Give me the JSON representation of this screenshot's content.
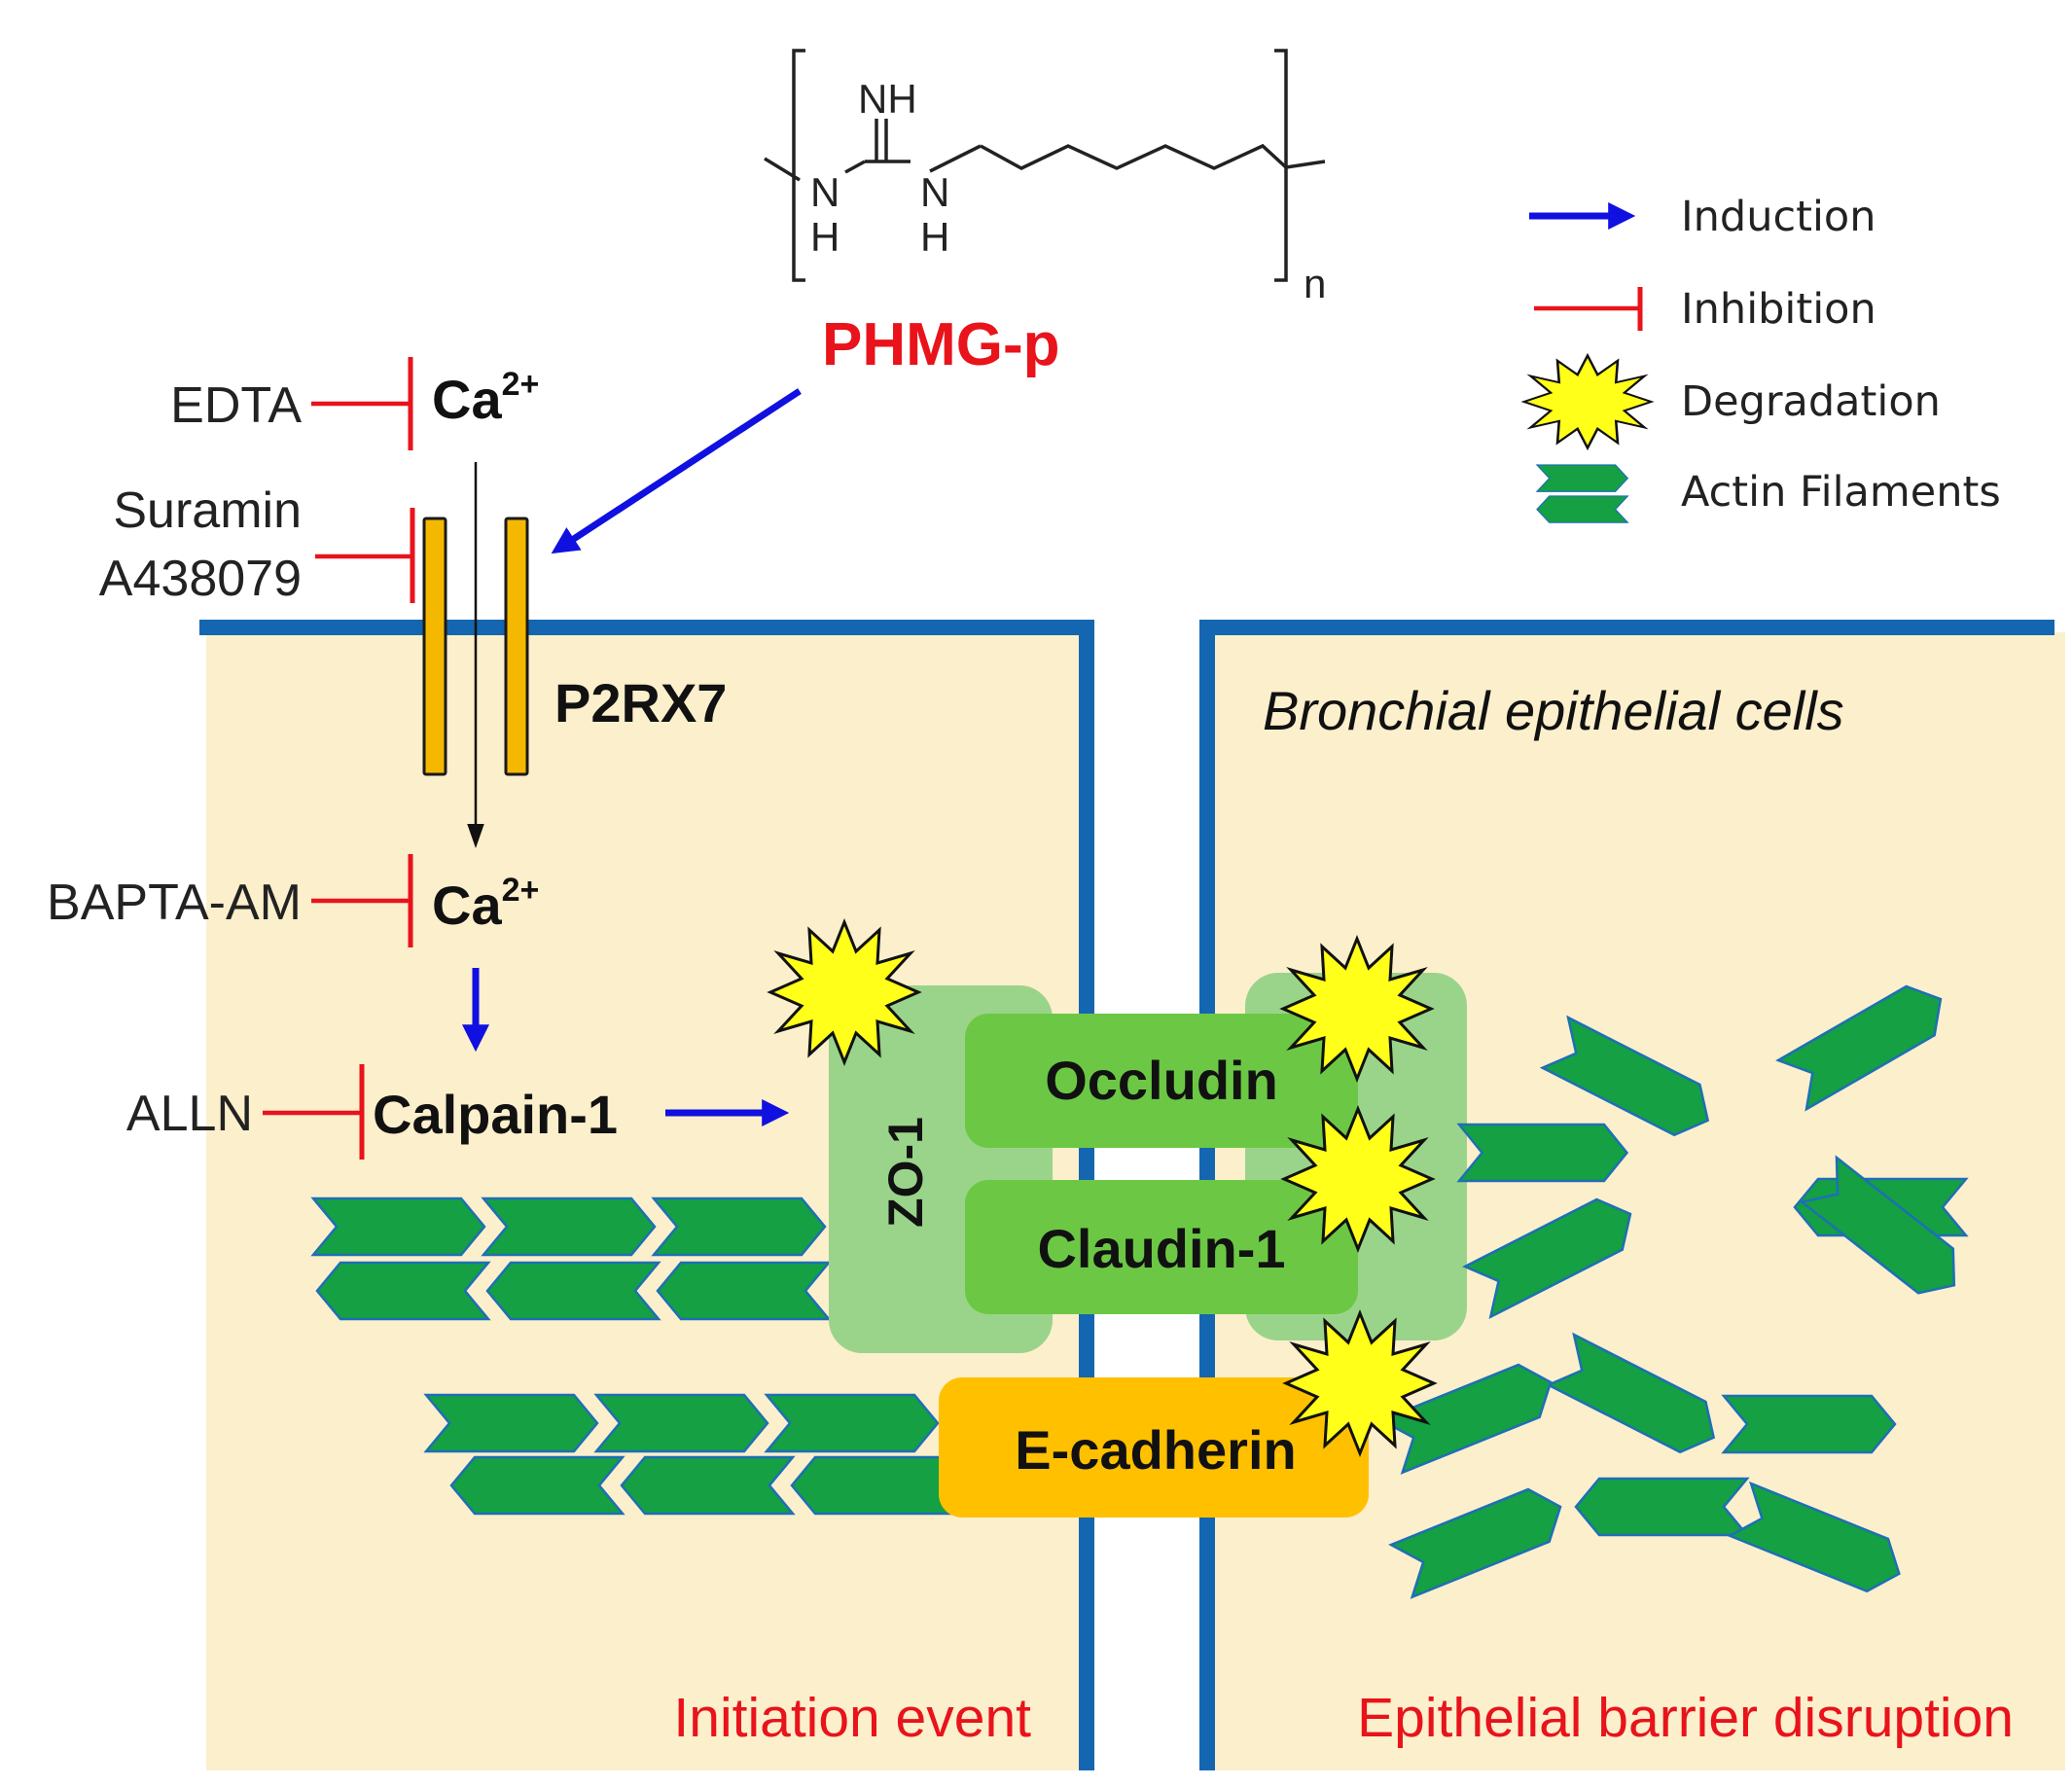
{
  "colors": {
    "induction": "#1010e0",
    "inhibition": "#e8131b",
    "membrane": "#1466b0",
    "cytoplasm": "#fcefcc",
    "actin": "#14a043",
    "tight_junction_outer": "#9ad48a",
    "tight_junction_inner": "#6cc844",
    "e_cadherin": "#ffc000",
    "degradation": "#ffff1a",
    "p2rx7": "#f5b800"
  },
  "structure": {
    "nh_top": "NH",
    "n_left": "N",
    "h_left": "H",
    "n_right": "N",
    "h_right": "H",
    "subscript": "n"
  },
  "compound": "PHMG-p",
  "legend": [
    {
      "icon": "blue-arrow-icon",
      "label": "Induction"
    },
    {
      "icon": "red-inhibition-icon",
      "label": "Inhibition"
    },
    {
      "icon": "starburst-icon",
      "label": "Degradation"
    },
    {
      "icon": "actin-filament-icon",
      "label": "Actin Filaments"
    }
  ],
  "inhibitors": {
    "edta": "EDTA",
    "suramin": "Suramin",
    "a438079": "A438079",
    "bapta": "BAPTA-AM",
    "alln": "ALLN"
  },
  "nodes": {
    "ca_extracellular": "Ca",
    "ca_extracellular_charge": "2+",
    "ca_intracellular": "Ca",
    "ca_intracellular_charge": "2+",
    "receptor": "P2RX7",
    "calpain": "Calpain-1",
    "zo1": "ZO-1",
    "occludin": "Occludin",
    "claudin": "Claudin-1",
    "ecadherin": "E-cadherin"
  },
  "cell_type": "Bronchial epithelial cells",
  "panels": {
    "left": "Initiation event",
    "right": "Epithelial barrier disruption"
  }
}
